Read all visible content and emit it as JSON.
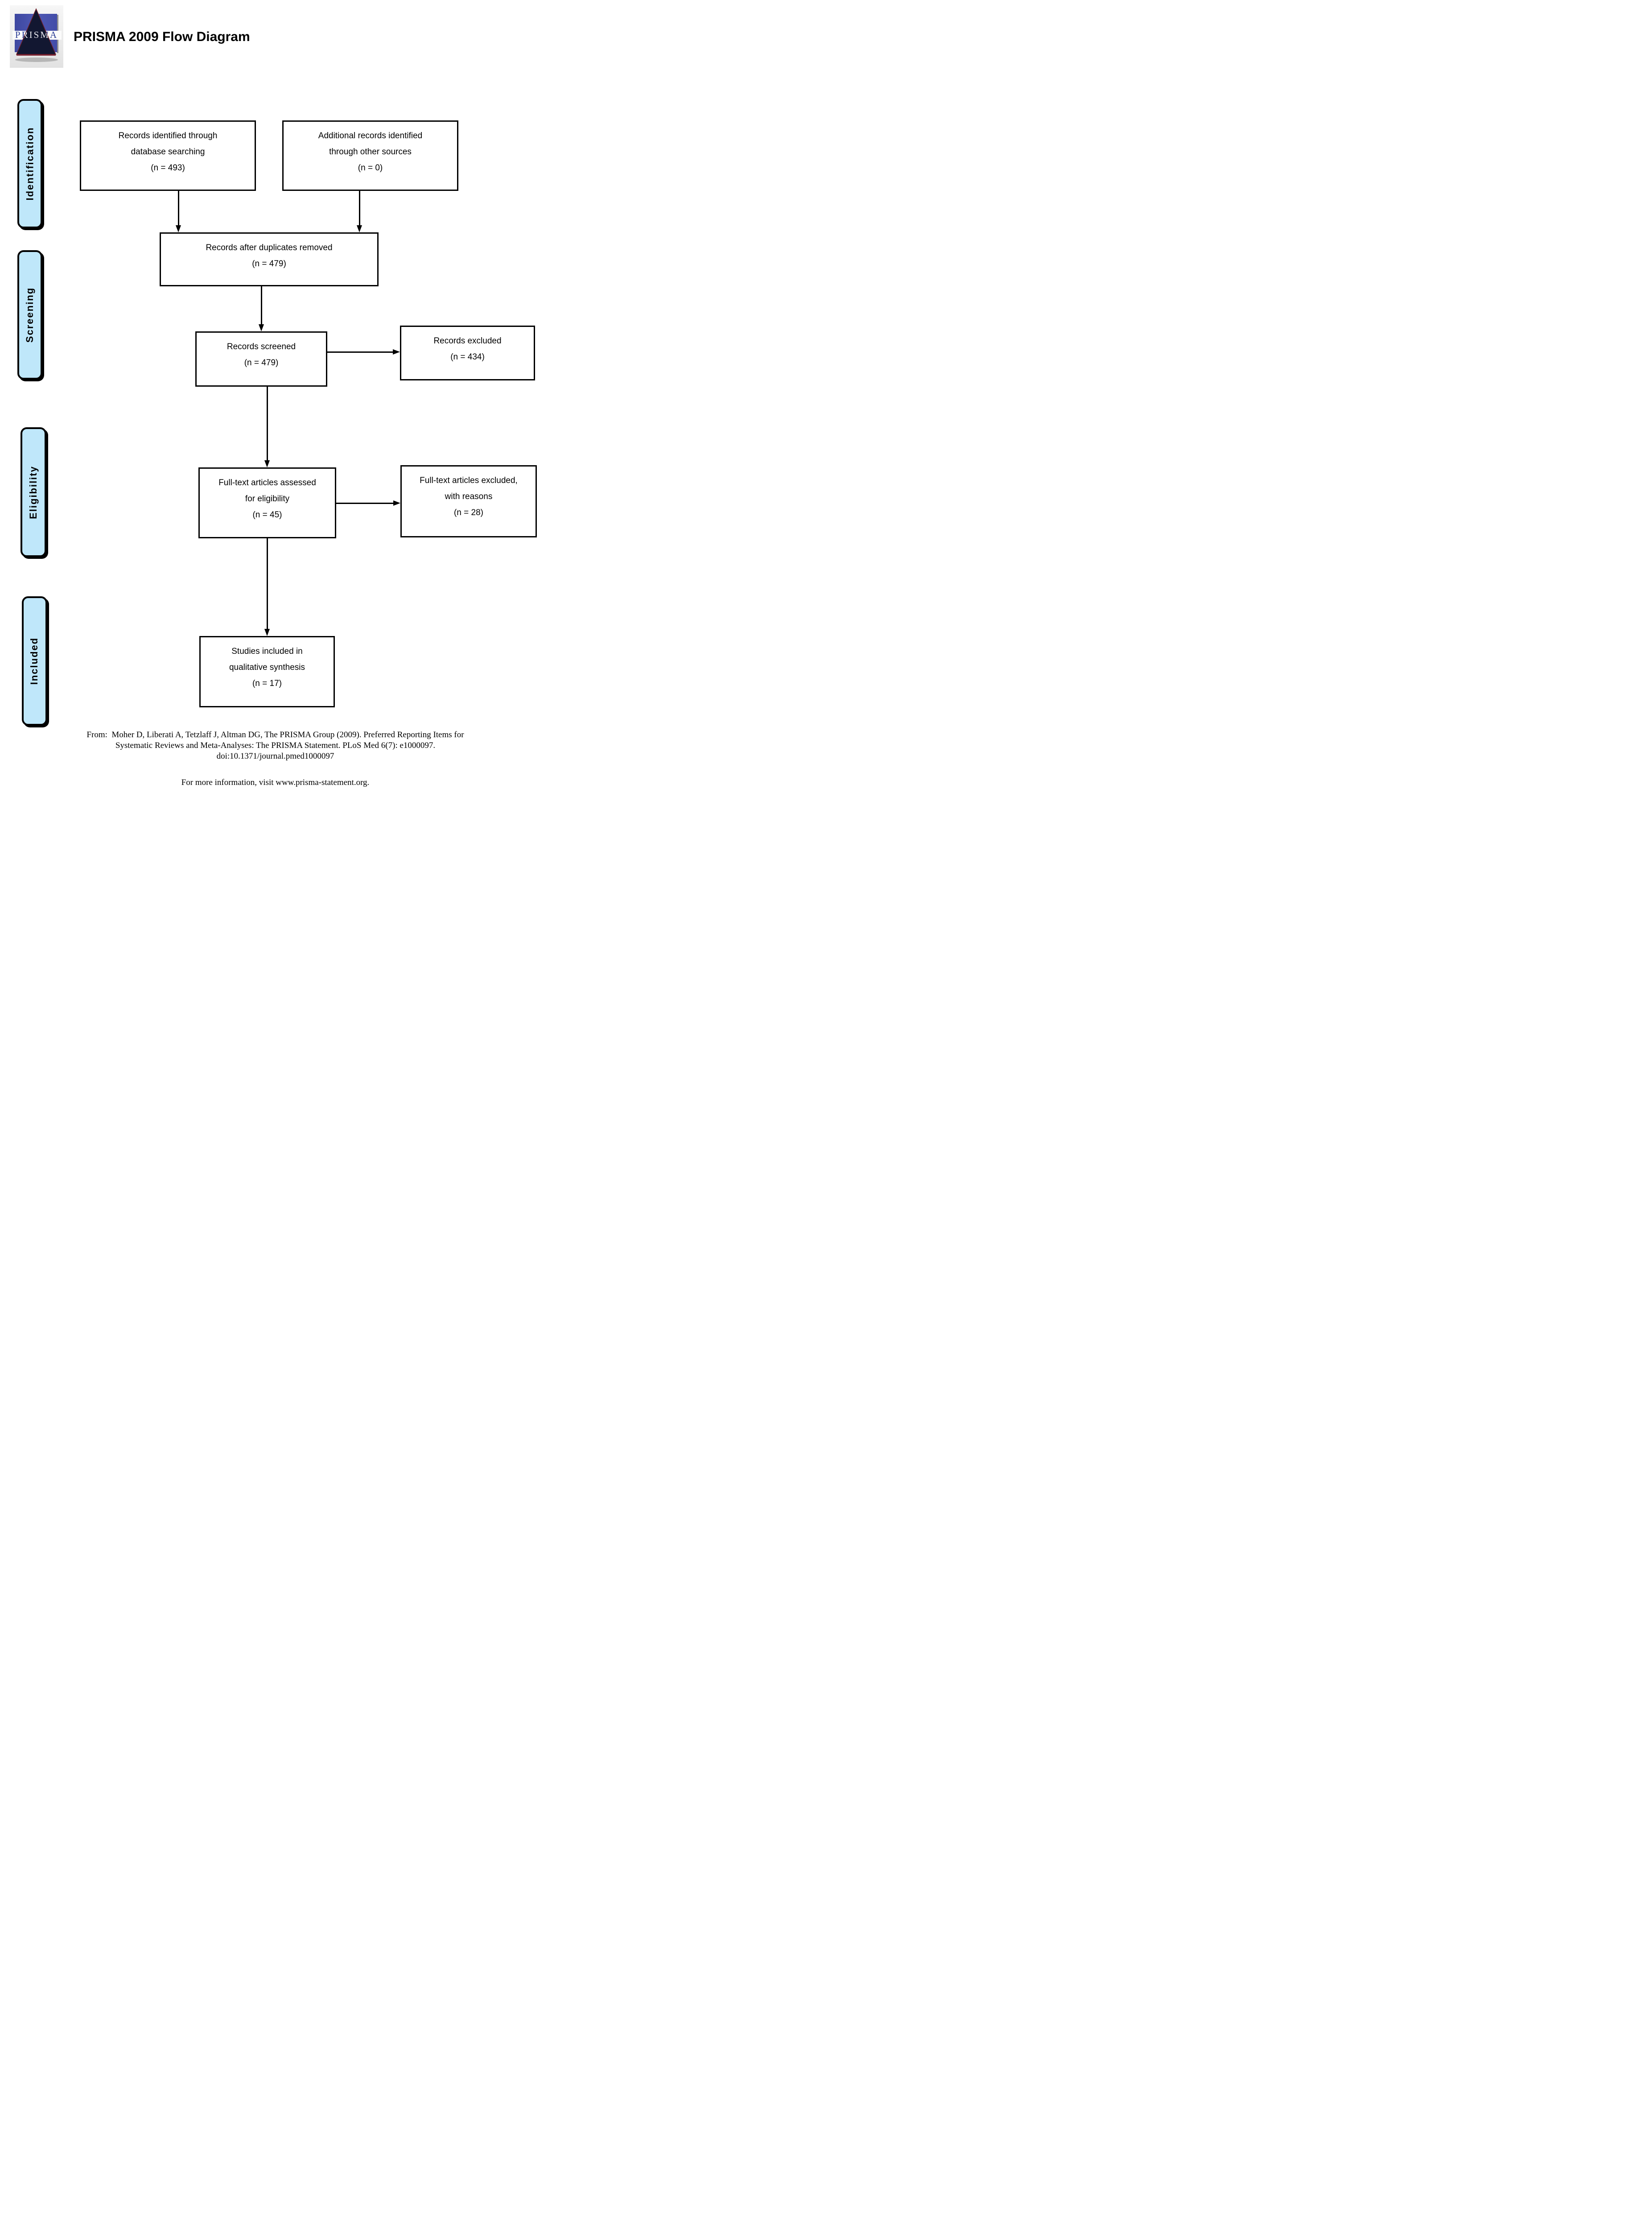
{
  "header": {
    "title": "PRISMA 2009 Flow Diagram",
    "logo_text": "PRISMA"
  },
  "sidebar": {
    "stages": [
      {
        "label": "Identification"
      },
      {
        "label": "Screening"
      },
      {
        "label": "Eligibility"
      },
      {
        "label": "Included"
      }
    ]
  },
  "flow": {
    "identified": {
      "lines": [
        "Records identified through",
        "database searching",
        "(n = 493)"
      ]
    },
    "additional": {
      "lines": [
        "Additional records identified",
        "through other sources",
        "(n = 0)"
      ]
    },
    "deduplicated": {
      "lines": [
        "Records after duplicates removed",
        "(n = 479)"
      ]
    },
    "screened": {
      "lines": [
        "Records screened",
        "(n = 479)"
      ]
    },
    "excluded": {
      "lines": [
        "Records excluded",
        "(n = 434)"
      ]
    },
    "fulltext": {
      "lines": [
        "Full-text articles assessed",
        "for eligibility",
        "(n = 45)"
      ]
    },
    "fulltext_excluded": {
      "lines": [
        "Full-text articles excluded,",
        "with reasons",
        "(n = 28)"
      ]
    },
    "included_studies": {
      "lines": [
        "Studies included in",
        "qualitative synthesis",
        "(n = 17)"
      ]
    }
  },
  "footer": {
    "citation_lines": [
      "From:  Moher D, Liberati A, Tetzlaff J, Altman DG, The PRISMA Group (2009). Preferred Reporting Items for",
      "Systematic Reviews and Meta-Analyses: The PRISMA Statement. PLoS Med 6(7): e1000097.",
      "doi:10.1371/journal.pmed1000097"
    ],
    "more_info": "For more information, visit www.prisma-statement.org."
  },
  "colors": {
    "stage_fill": "#bfe7fa",
    "line_color": "#000000",
    "logo_blue": "#4a53ac",
    "logo_navy": "#121731",
    "logo_red": "#7c2130"
  }
}
